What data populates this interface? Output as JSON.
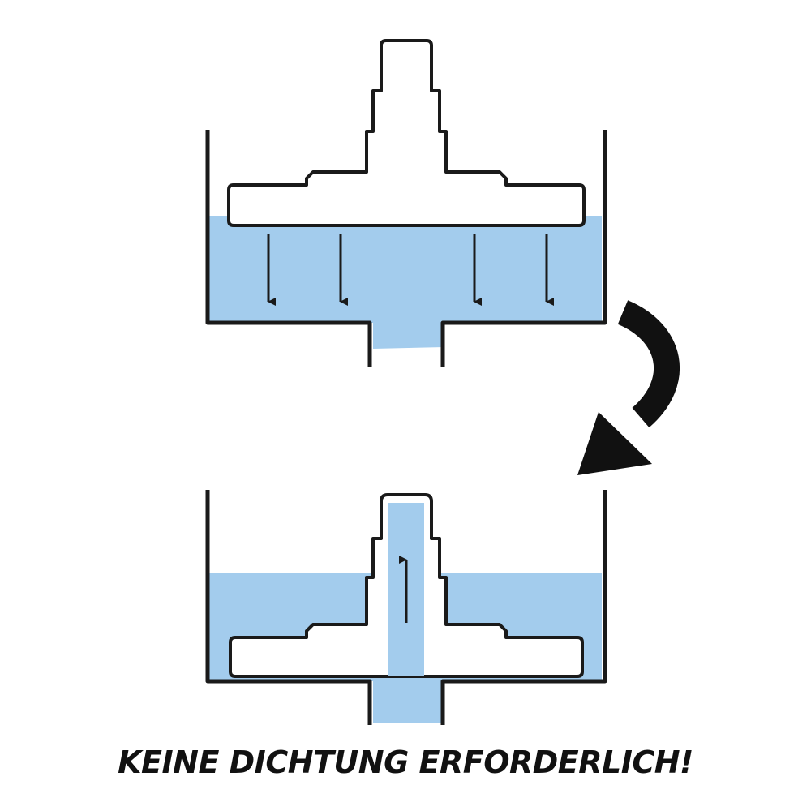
{
  "caption": "KEINE DICHTUNG ERFORDERLICH!",
  "colors": {
    "water": "#a3cced",
    "outline": "#1a1a1a",
    "background": "#ffffff"
  },
  "steps": [
    {
      "name": "pressed-down",
      "flow": "down",
      "icon": "down-arrow-icon"
    },
    {
      "name": "released",
      "flow": "up",
      "icon": "up-arrow-icon"
    }
  ],
  "transition_icon": "curved-arrow-icon"
}
